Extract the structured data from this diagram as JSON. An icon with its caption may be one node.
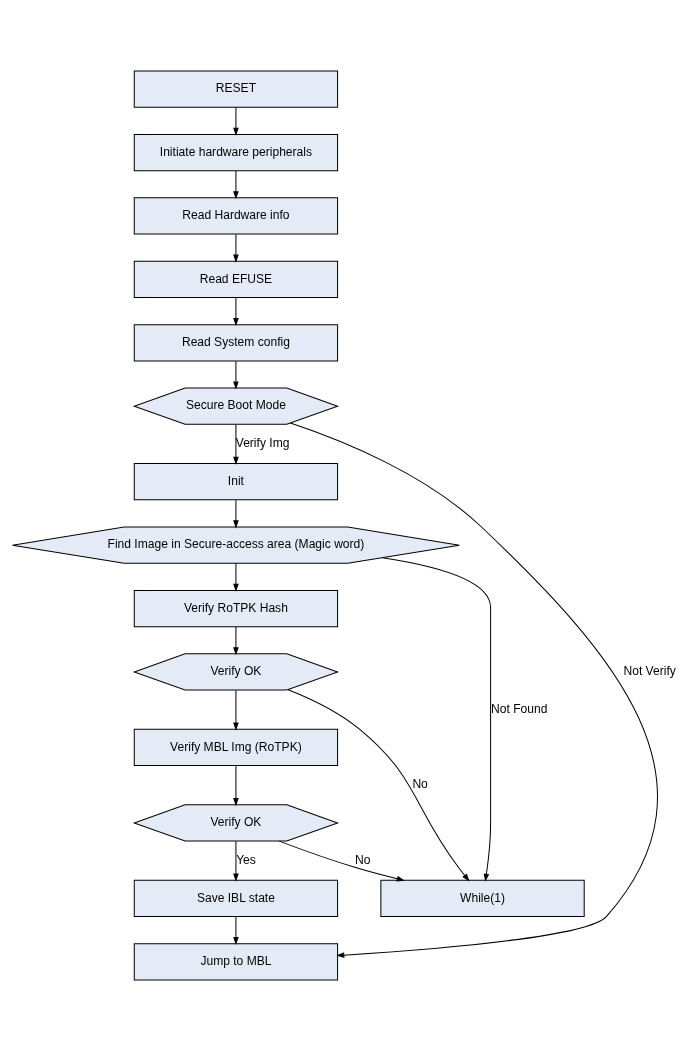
{
  "diagram": {
    "nodes": [
      {
        "text": [
          "RESET"
        ]
      },
      {
        "text": [
          "Initiate hardware peripherals"
        ]
      },
      {
        "text": [
          "Read Hardware info"
        ]
      },
      {
        "text": [
          "Read EFUSE"
        ]
      },
      {
        "text": [
          "Read System config"
        ]
      },
      {
        "text": [
          "Secure Boot Mode"
        ]
      },
      {
        "text": [
          "Init"
        ]
      },
      {
        "text": [
          "Find Image in Secure-access area (Magic word)"
        ]
      },
      {
        "text": [
          "Verify RoTPK Hash"
        ]
      },
      {
        "text": [
          "Verify OK"
        ]
      },
      {
        "text": [
          "Verify MBL Img (RoTPK)"
        ]
      },
      {
        "text": [
          "Verify OK"
        ]
      },
      {
        "text": [
          "Save IBL state"
        ]
      },
      {
        "text": [
          "While(1)"
        ]
      },
      {
        "text": [
          "Jump to MBL"
        ]
      }
    ],
    "edges": [
      {
        "from": 0,
        "to": 1,
        "arrow": "to"
      },
      {
        "from": 1,
        "to": 2,
        "arrow": "to"
      },
      {
        "from": 2,
        "to": 3,
        "arrow": "to"
      },
      {
        "from": 3,
        "to": 4,
        "arrow": "to"
      },
      {
        "from": 4,
        "to": 5,
        "arrow": "to"
      },
      {
        "from": 5,
        "to": 6,
        "arrow": "to",
        "label": "Verify Img"
      },
      {
        "from": 5,
        "to": 14,
        "arrow": "to",
        "label": "Not Verify"
      },
      {
        "from": 6,
        "to": 7,
        "arrow": "to"
      },
      {
        "from": 7,
        "to": 8,
        "arrow": "to"
      },
      {
        "from": 7,
        "to": 13,
        "arrow": "to",
        "label": "Not Found"
      },
      {
        "from": 8,
        "to": 9,
        "arrow": "to"
      },
      {
        "from": 9,
        "to": 10,
        "arrow": "to"
      },
      {
        "from": 9,
        "to": 13,
        "arrow": "to",
        "label": "No"
      },
      {
        "from": 10,
        "to": 11,
        "arrow": "to"
      },
      {
        "from": 11,
        "to": 13,
        "arrow": "to",
        "label": "No"
      },
      {
        "from": 11,
        "to": 12,
        "arrow": "to",
        "label": "Yes"
      },
      {
        "from": 12,
        "to": 14,
        "arrow": "to"
      }
    ]
  }
}
